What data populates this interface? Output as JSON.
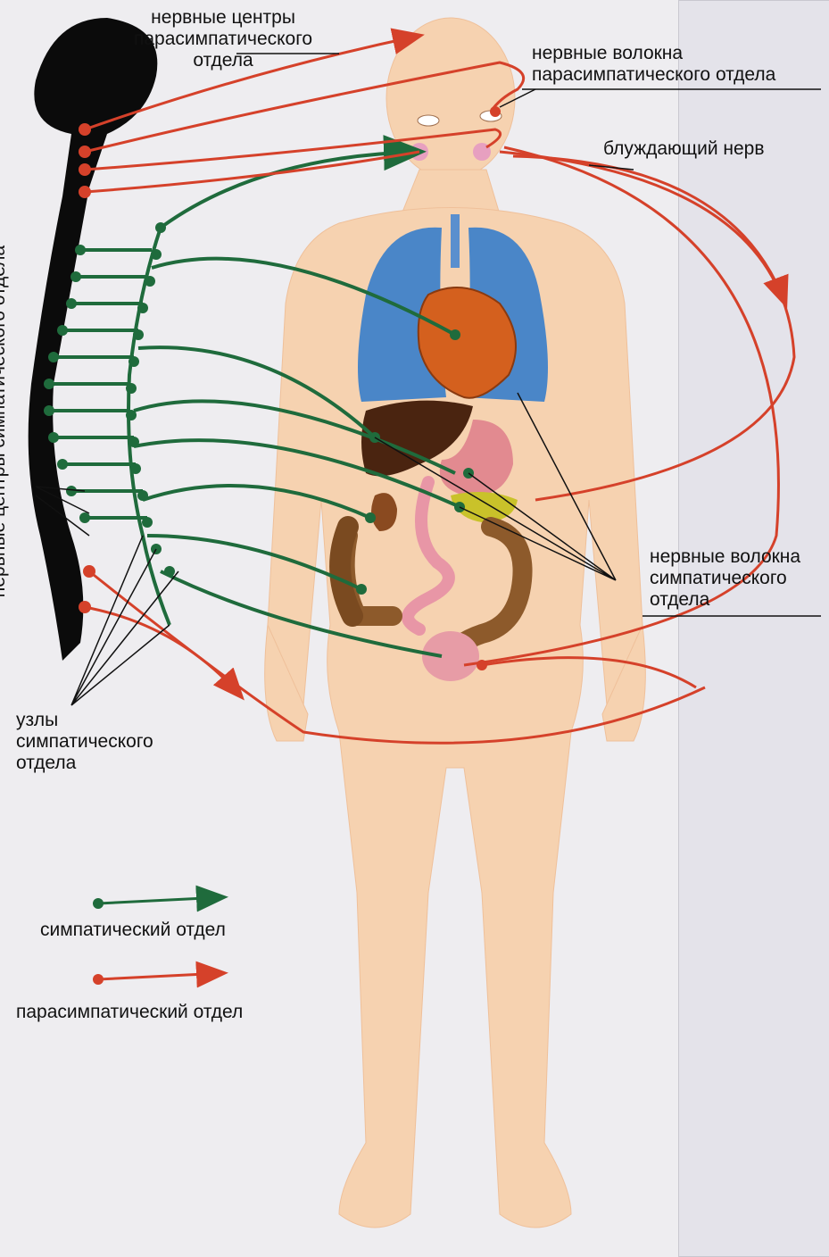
{
  "labels": {
    "para_centers": "нервные центры\nпарасимпатического\nотдела",
    "para_fibers": "нервные волокна\nпарасимпатического отдела",
    "vagus": "блуждающий нерв",
    "symp_centers": "нервные центры симпатического отдела",
    "symp_fibers": "нервные волокна\nсимпатического\nотдела",
    "symp_nodes": "узлы\nсимпатического\nотдела"
  },
  "legend": {
    "sympathetic": "симпатический отдел",
    "parasympathetic": "парасимпатический отдел"
  },
  "colors": {
    "sympathetic": "#1f6b3c",
    "parasympathetic": "#d5412a",
    "spine": "#0b0b0b",
    "body": "#f6d2b0",
    "lungs": "#4a86c8",
    "heart": "#d4601e",
    "liver": "#4a2410",
    "intestine": "#8d5a2b"
  }
}
